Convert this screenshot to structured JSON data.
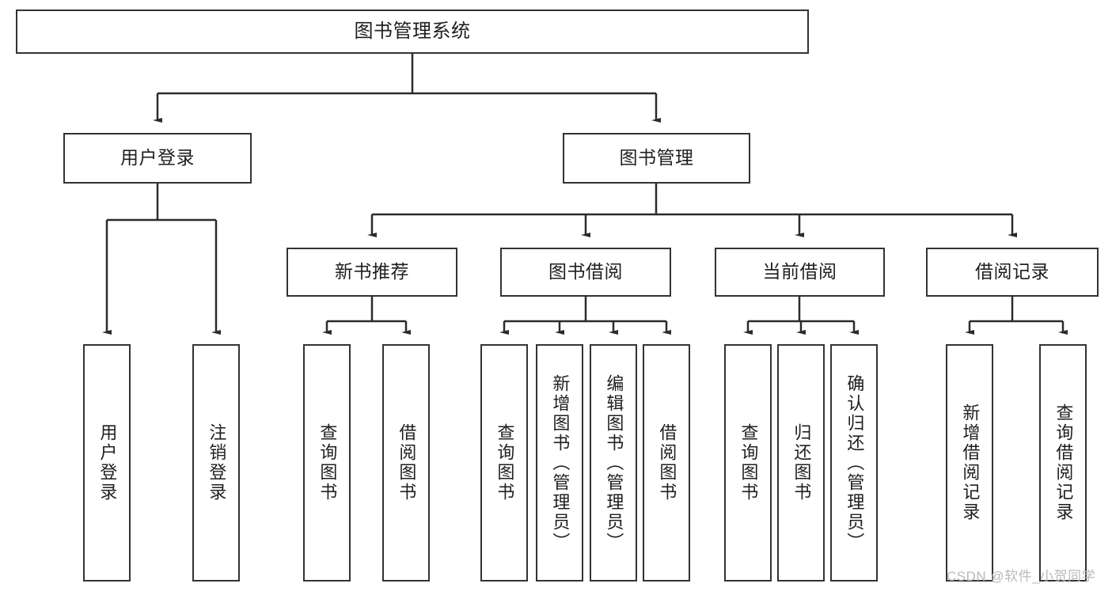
{
  "diagram": {
    "title": "图书管理系统",
    "type": "function-structure-tree",
    "stroke_color": "#333333",
    "text_color": "#1f1f1f",
    "background_color": "#ffffff"
  },
  "root": {
    "label": "图书管理系统"
  },
  "level2": [
    {
      "label": "用户登录"
    },
    {
      "label": "图书管理"
    }
  ],
  "level3": [
    {
      "label": "新书推荐"
    },
    {
      "label": "图书借阅"
    },
    {
      "label": "当前借阅"
    },
    {
      "label": "借阅记录"
    }
  ],
  "leaves": {
    "user_login": [
      {
        "label": "用户登录"
      },
      {
        "label": "注销登录"
      }
    ],
    "new_book_recommend": [
      {
        "label": "查询图书"
      },
      {
        "label": "借阅图书"
      }
    ],
    "book_borrow": [
      {
        "label": "查询图书"
      },
      {
        "label": "新增图书（管理员）"
      },
      {
        "label": "编辑图书（管理员）"
      },
      {
        "label": "借阅图书"
      }
    ],
    "current_borrow": [
      {
        "label": "查询图书"
      },
      {
        "label": "归还图书"
      },
      {
        "label": "确认归还（管理员）"
      }
    ],
    "borrow_record": [
      {
        "label": "新增借阅记录"
      },
      {
        "label": "查询借阅记录"
      }
    ]
  },
  "watermark": {
    "text": "CSDN @软件_小贺同学"
  }
}
